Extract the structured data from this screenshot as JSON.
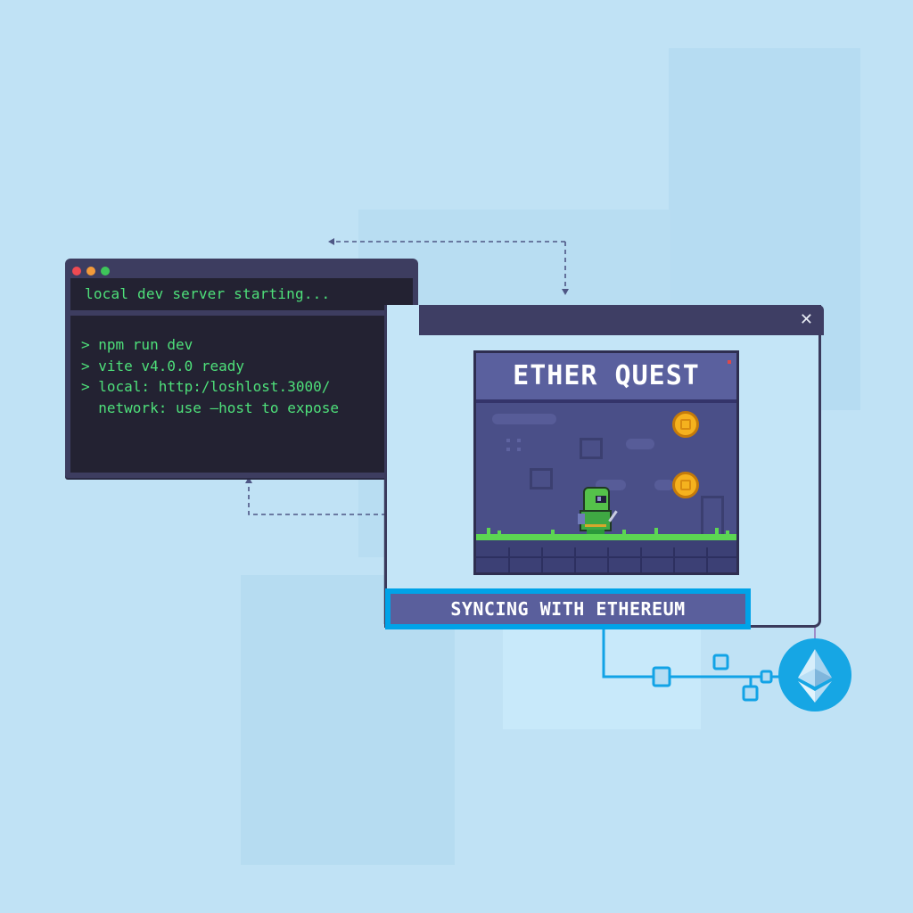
{
  "colors": {
    "background": "#c0e2f5",
    "terminal_frame": "#3d3d60",
    "terminal_body": "#232232",
    "terminal_text": "#4ee07a",
    "window_frame": "#3a3a5c",
    "game_bg": "#4a4f88",
    "accent_blue": "#00a3e8",
    "banner_fill": "#5a5f9c",
    "coin": "#f5b21e",
    "grass": "#5cd652",
    "eth_circle": "#16a6e4",
    "traffic_red": "#ef4a52",
    "traffic_orange": "#f39a3a",
    "traffic_green": "#3ec55a"
  },
  "terminal": {
    "header": "local dev server starting...",
    "lines": [
      "> npm run dev",
      "> vite v4.0.0 ready",
      "> local: http:/loshlost.3000/",
      "  network: use —host to expose"
    ],
    "window_controls": [
      "close",
      "minimize",
      "maximize"
    ]
  },
  "game_window": {
    "close_icon": "✕",
    "game": {
      "title": "ETHER QUEST",
      "sprites": [
        "player-character",
        "coin",
        "coin",
        "brick-window",
        "brick-window",
        "brick-tower"
      ]
    }
  },
  "status": {
    "label": "SYNCING WITH ETHEREUM"
  },
  "network": {
    "icon": "ethereum-icon",
    "nodes": 4
  }
}
